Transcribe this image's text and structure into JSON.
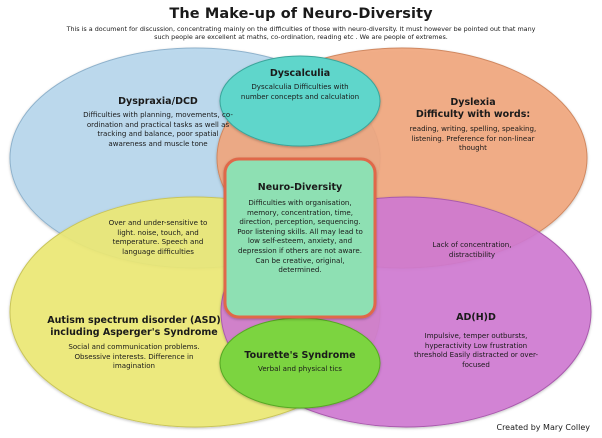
{
  "title": "The Make-up of Neuro-Diversity",
  "subtitle": "This is a document for discussion, concentrating mainly on the difficulties of those with neuro-diversity. It must however be pointed out that many such people are excellent at maths, co-ordination, reading etc . We are people of extremes.",
  "colors": {
    "dyspraxia": "#b9d8ee",
    "dyslexia": "#f2a77e",
    "autism": "#edea75",
    "adhd": "#d07ad3",
    "dyscalculia": "#5fd6cb",
    "tourettes": "#7bd43f",
    "neuro_diversity": "#8ee0b3",
    "neuro_diversity_border": "#e0684a"
  },
  "regions": {
    "dyspraxia": {
      "heading": "Dyspraxia/DCD",
      "text": "Difficulties with planning, movements, co-ordination and practical tasks as well as tracking and balance, poor spatial awareness and muscle tone"
    },
    "dyscalculia": {
      "heading": "Dyscalculia",
      "text": "Dyscalculia Difficulties with number concepts and calculation"
    },
    "dyslexia": {
      "heading": "Dyslexia",
      "heading2": "Difficulty with words:",
      "text": "reading, writing, spelling, speaking, listening. Preference for non-linear thought"
    },
    "sensory": {
      "text": "Over and under-sensitive to light. noise, touch, and temperature. Speech and language difficulties"
    },
    "neuro_diversity": {
      "heading": "Neuro-Diversity",
      "text": "Difficulties with organisation, memory, concentration, time, direction, perception, sequencing. Poor listening skills. All may lead to low self-esteem, anxiety, and depression if others are not aware. Can be creative, original, determined."
    },
    "concentration": {
      "text": "Lack of concentration, distractibility"
    },
    "autism": {
      "heading": "Autism spectrum disorder (ASD) including Asperger's Syndrome",
      "text": "Social and communication problems. Obsessive interests. Difference in imagination"
    },
    "tourettes": {
      "heading": "Tourette's Syndrome",
      "text": "Verbal and physical tics"
    },
    "adhd": {
      "heading": "AD(H)D",
      "text": "Impulsive, temper outbursts, hyperactivity Low frustration threshold Easily distracted or over-focused"
    }
  },
  "credit": "Created by Mary Colley"
}
